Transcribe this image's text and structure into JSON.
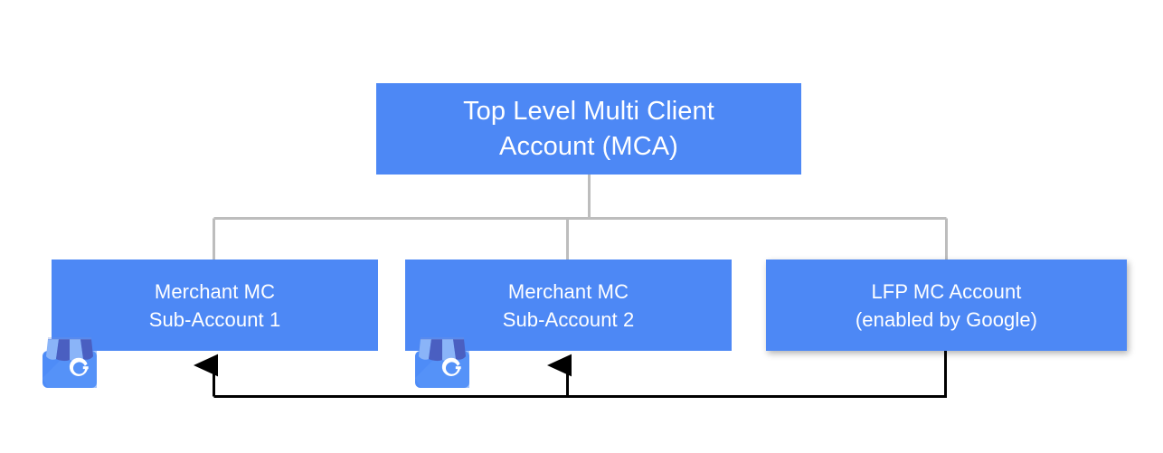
{
  "diagram": {
    "title": "Multi Client Account hierarchy",
    "background_color": "#ffffff",
    "node_color": "#4d88f5",
    "node_text_color": "#ffffff",
    "tree_connector_color": "#bdbdbd",
    "arrow_color": "#000000"
  },
  "nodes": {
    "top": {
      "label": "Top Level Multi Client\nAccount (MCA)",
      "line1": "Top Level Multi Client",
      "line2": "Account (MCA)"
    },
    "merchant_1": {
      "label": "Merchant MC\nSub-Account 1",
      "line1": "Merchant MC",
      "line2": "Sub-Account 1"
    },
    "merchant_2": {
      "label": "Merchant MC\nSub-Account 2",
      "line1": "Merchant MC",
      "line2": "Sub-Account 2"
    },
    "lfp": {
      "label": "LFP MC Account\n(enabled by Google)",
      "line1": "LFP MC Account",
      "line2": "(enabled by Google)"
    }
  },
  "icons": {
    "storefront_1": "google-my-business-icon",
    "storefront_2": "google-my-business-icon",
    "storefront_letter": "G"
  },
  "connectors": {
    "tree": "Top Level MCA branches to Merchant MC Sub-Account 1, Merchant MC Sub-Account 2 and LFP MC Account",
    "feed_arrows": "LFP MC Account feeds into Merchant MC Sub-Account 1 and Merchant MC Sub-Account 2"
  }
}
